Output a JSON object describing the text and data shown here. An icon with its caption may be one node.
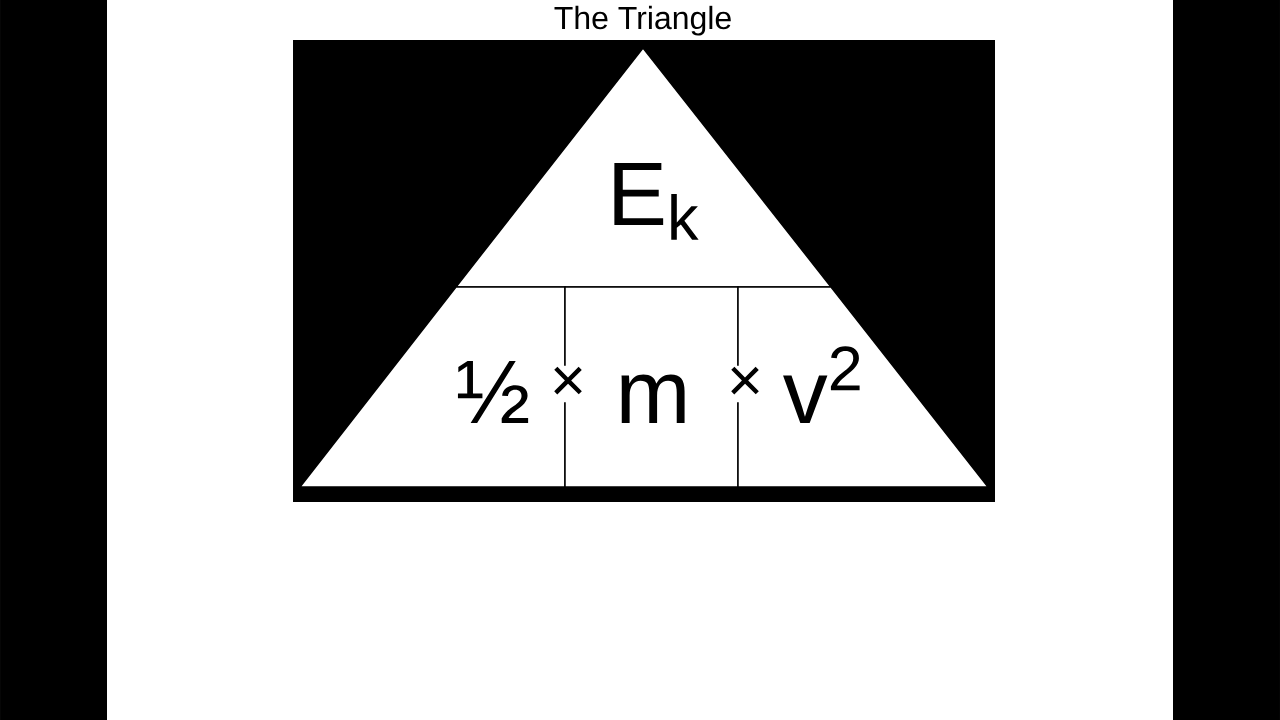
{
  "diagram": {
    "title": "The Triangle",
    "nodes": [
      {
        "text": [],
        "shape": "bar"
      },
      {
        "text": [],
        "shape": "bar"
      },
      {
        "text": [
          "E$_{k}$"
        ]
      },
      {
        "text": [
          "½"
        ]
      },
      {
        "text": [
          "m"
        ]
      },
      {
        "text": [
          "v$^{2}$"
        ]
      }
    ],
    "labels": [
      "×",
      "×"
    ]
  }
}
